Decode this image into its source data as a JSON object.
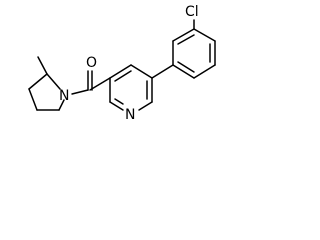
{
  "molecule": {
    "atoms": {
      "oxygen": "O",
      "nitrogen_amide": "N",
      "nitrogen_pyridine": "N",
      "chlorine": "Cl"
    }
  }
}
